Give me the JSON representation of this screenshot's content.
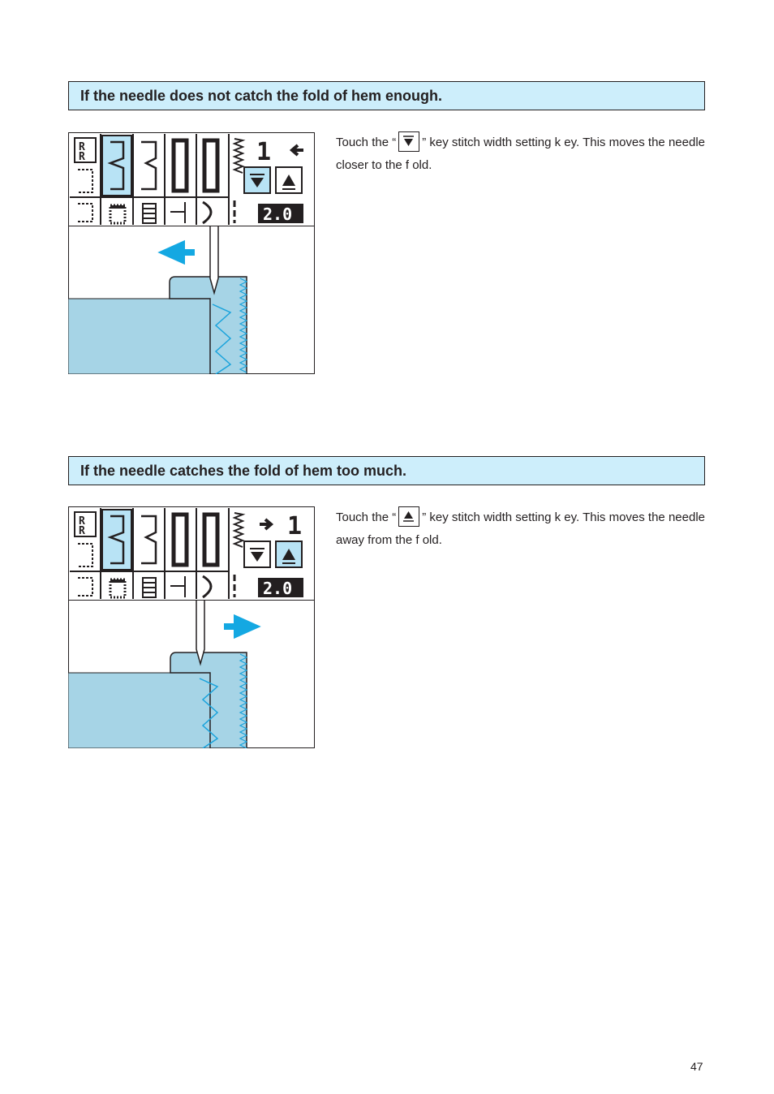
{
  "section1": {
    "title": "If the needle does not catch the fold of hem enough.",
    "text_before": "Touch the  “",
    "key_icon": "needle-down-arrow-key",
    "text_after": "” key stitch width setting k  ey. This moves the needle closer to the f  old.",
    "lcd": {
      "digit": "1",
      "width_value": "2.0",
      "arrow": "left-arrow-icon"
    },
    "move_arrow": "blue-left-arrow-icon"
  },
  "section2": {
    "title": "If the needle catches the fold of hem too much.",
    "text_before": "Touch the  “",
    "key_icon": "needle-up-arrow-key",
    "text_after": "” key stitch width setting k  ey. This moves the needle away from the f  old.",
    "lcd": {
      "digit": "1",
      "width_value": "2.0",
      "arrow": "right-arrow-icon"
    },
    "move_arrow": "blue-right-arrow-icon"
  },
  "page_number": "47",
  "colors": {
    "header_bg": "#cdeefb",
    "fabric": "#a6d4e6",
    "highlight": "#b8e3f5",
    "arrow_blue": "#14a8e2",
    "stitch": "#1aa3dc"
  }
}
